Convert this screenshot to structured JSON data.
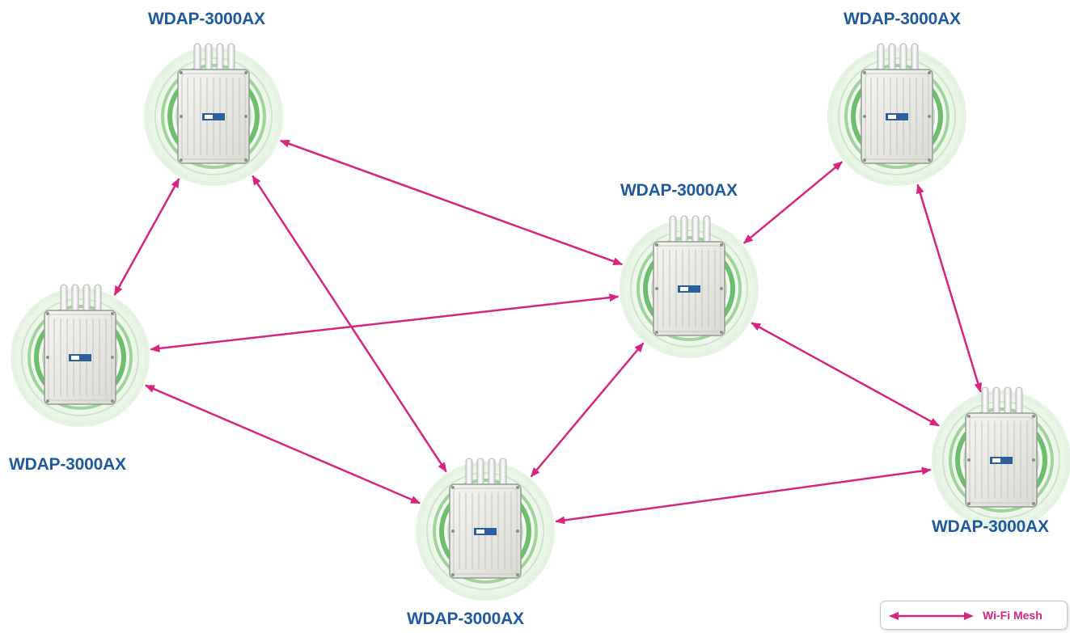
{
  "nodes": [
    {
      "id": "ap-top-left",
      "label": "WDAP-3000AX"
    },
    {
      "id": "ap-top-right",
      "label": "WDAP-3000AX"
    },
    {
      "id": "ap-center",
      "label": "WDAP-3000AX"
    },
    {
      "id": "ap-left",
      "label": "WDAP-3000AX"
    },
    {
      "id": "ap-bottom",
      "label": "WDAP-3000AX"
    },
    {
      "id": "ap-right",
      "label": "WDAP-3000AX"
    }
  ],
  "links": [
    [
      "ap-top-left",
      "ap-left"
    ],
    [
      "ap-top-left",
      "ap-center"
    ],
    [
      "ap-top-left",
      "ap-bottom"
    ],
    [
      "ap-left",
      "ap-center"
    ],
    [
      "ap-left",
      "ap-bottom"
    ],
    [
      "ap-bottom",
      "ap-center"
    ],
    [
      "ap-center",
      "ap-top-right"
    ],
    [
      "ap-center",
      "ap-right"
    ],
    [
      "ap-top-right",
      "ap-right"
    ],
    [
      "ap-bottom",
      "ap-right"
    ]
  ],
  "legend": {
    "label": "Wi-Fi Mesh"
  },
  "colors": {
    "label": "#1f5a9e",
    "link": "#d6247f",
    "halo": "#6cbf6c"
  }
}
